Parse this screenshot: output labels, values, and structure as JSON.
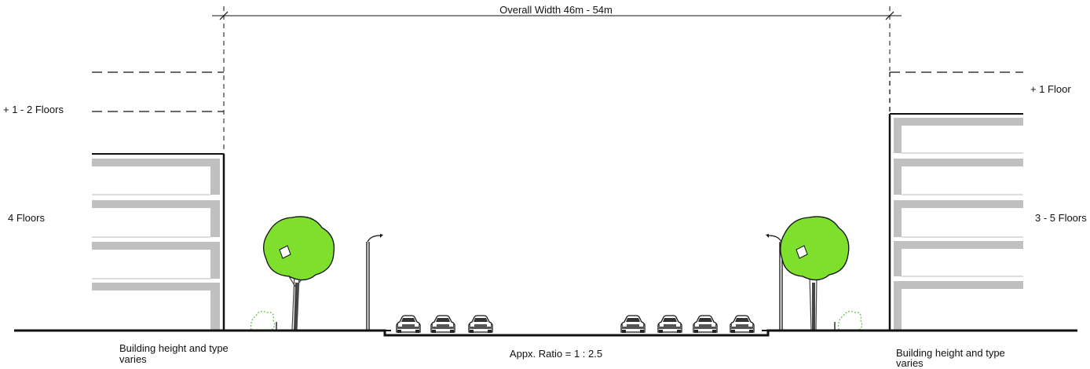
{
  "dimension": {
    "label": "Overall Width 46m - 54m"
  },
  "left_building": {
    "existing_label": "4 Floors",
    "additional_label": "+ 1 - 2 Floors",
    "note_line1": "Building height and type",
    "note_line2": "varies"
  },
  "right_building": {
    "existing_label": "3 - 5 Floors",
    "additional_label": "+ 1 Floor",
    "note_line1": "Building height and type",
    "note_line2": "varies"
  },
  "ratio": {
    "label": "Appx. Ratio = 1 : 2.5"
  },
  "colors": {
    "line": "#111111",
    "floor_fill": "#c0c0c0",
    "tree_canopy": "#7ee02c",
    "shrub": "#6cc04a"
  }
}
